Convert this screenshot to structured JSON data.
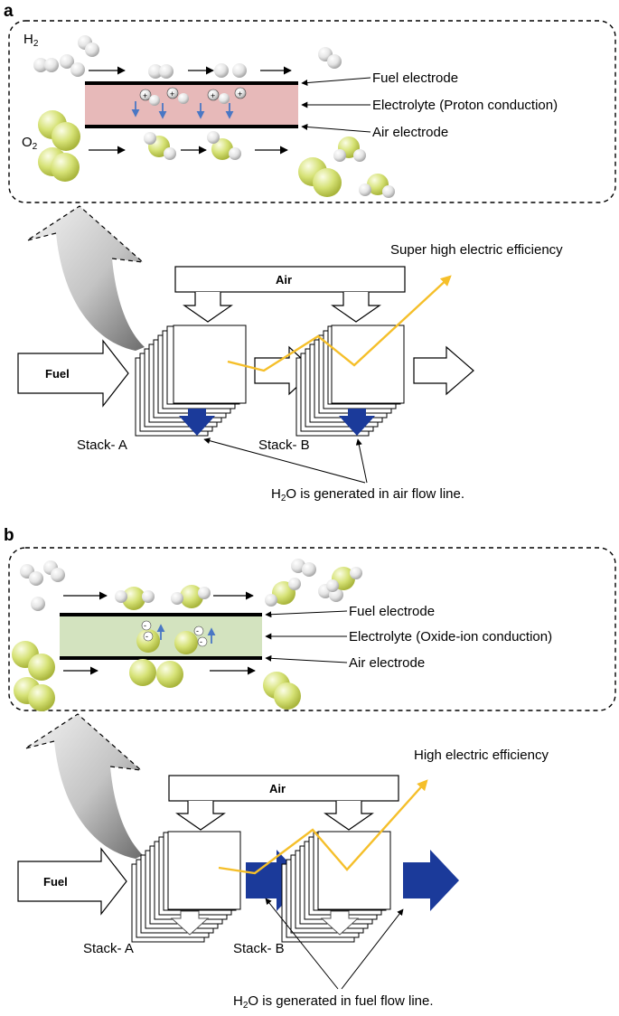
{
  "panel_a": {
    "letter": "a",
    "gas_top": "H",
    "gas_top_sub": "2",
    "gas_bottom": "O",
    "gas_bottom_sub": "2",
    "fuel_electrode": "Fuel electrode",
    "electrolyte": "Electrolyte (Proton conduction)",
    "air_electrode": "Air electrode",
    "air_label": "Air",
    "fuel_label": "Fuel",
    "efficiency": "Super high electric efficiency",
    "stack_a": "Stack- A",
    "stack_b": "Stack- B",
    "h2o_prefix": "H",
    "h2o_sub": "2",
    "h2o_rest": "O is generated in air flow line.",
    "ion_charge": "+"
  },
  "panel_b": {
    "letter": "b",
    "fuel_electrode": "Fuel electrode",
    "electrolyte": "Electrolyte (Oxide-ion conduction)",
    "air_electrode": "Air electrode",
    "air_label": "Air",
    "fuel_label": "Fuel",
    "efficiency": "High electric efficiency",
    "stack_a": "Stack- A",
    "stack_b": "Stack- B",
    "h2o_prefix": "H",
    "h2o_sub": "2",
    "h2o_rest": "O is generated in fuel flow line.",
    "ion_charge": "-"
  },
  "colors": {
    "proton_electrolyte": "#e7b9b9",
    "oxide_electrolyte": "#d3e3bf",
    "oxygen": "#d6e276",
    "hydrogen": "#e6e6e6",
    "water_arrow": "#1b3a9a",
    "efficiency_line": "#f5bf2a",
    "ion_arrow": "#4a77c4"
  }
}
